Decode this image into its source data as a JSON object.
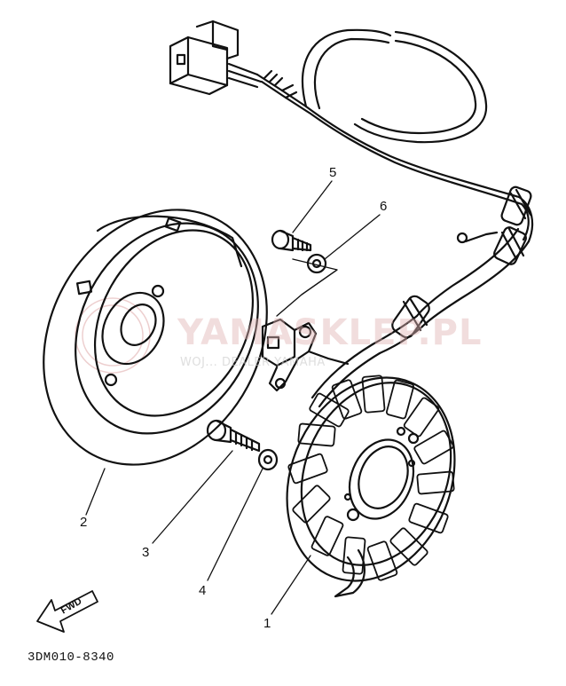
{
  "callouts": {
    "c1": "1",
    "c2": "2",
    "c3": "3",
    "c4": "4",
    "c5": "5",
    "c6": "6"
  },
  "fwd_label": "FWD",
  "part_code": "3DM010-8340",
  "watermark": {
    "title": "YAMASKLEP.PL",
    "subtitle": "WOJ... DEALER YAMAHA"
  },
  "colors": {
    "ink": "#111111",
    "watermark_red": "#e0b4b4",
    "watermark_grey": "#c8c8c8"
  }
}
